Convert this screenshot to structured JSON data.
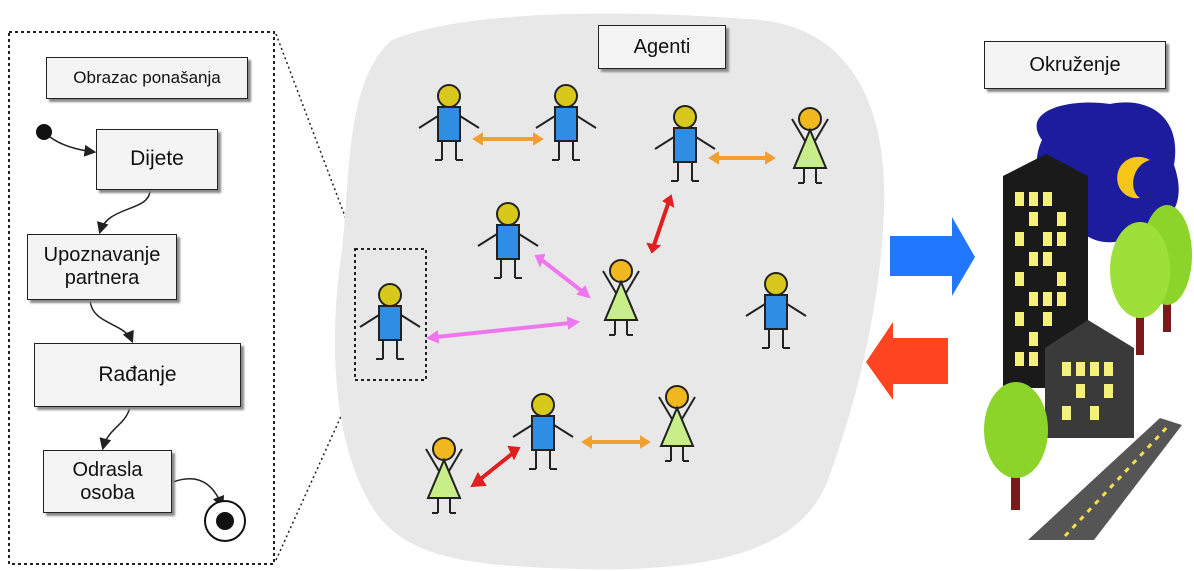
{
  "behavior_pattern": {
    "title": "Obrazac ponašanja",
    "states": [
      {
        "label": "Dijete"
      },
      {
        "label": "Upoznavanje partnera"
      },
      {
        "label": "Rađanje"
      },
      {
        "label": "Odrasla osoba"
      }
    ]
  },
  "agents": {
    "title": "Agenti",
    "colors": {
      "male_body": "#2f8de4",
      "female_body": "#c8ee8a",
      "head": "#d8c81c"
    }
  },
  "environment": {
    "title": "Okruženje"
  },
  "colors": {
    "arrow_orange": "#f0a030",
    "arrow_red": "#e02020",
    "arrow_pink": "#ee77ee",
    "arrow_blue": "#2277ff",
    "arrow_red_back": "#ff4422",
    "blob": "#e8e8e8",
    "night_sky": "#1c1c9c",
    "moon": "#f5c518",
    "building": "#1a1a1a",
    "window": "#f5f07a",
    "tree": "#8dd42a",
    "trunk": "#7a1a1a",
    "road": "#555555"
  }
}
